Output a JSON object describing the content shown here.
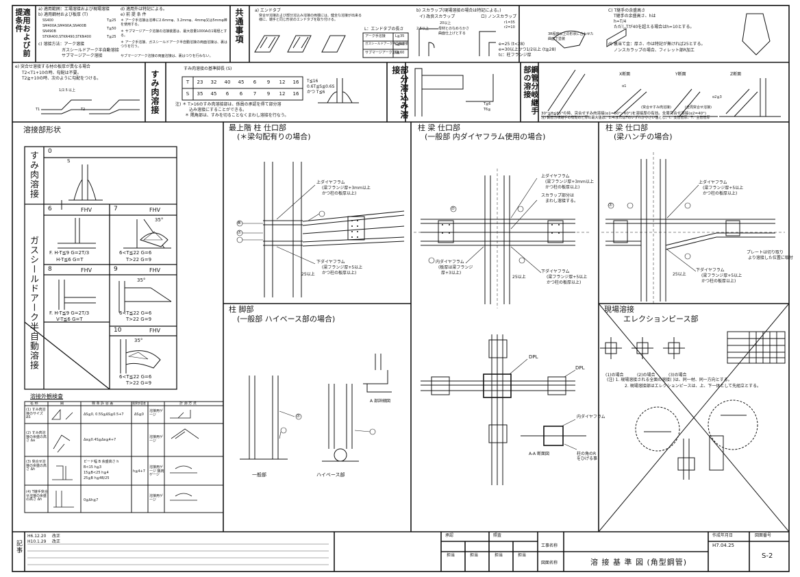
{
  "header": {
    "tekiyou": "適用および前提条件",
    "tekiyou_lines": [
      "a) 適用範囲：工場溶接および現場溶接",
      "b) 適用鋼材および板厚 (T)",
      "c) 溶接方法：アーク溶接",
      "ガスシールドアーク半自動溶接",
      "サブマージアーク溶接"
    ],
    "tekiyou_grades": [
      "SS400",
      "SM400A,SM490A,SN400B",
      "SN490B",
      "STKR400,STKR490,STKN400"
    ],
    "tekiyou_right": [
      "d) 適用外は特記による。",
      "e) 前 提 条 件",
      "＊ アーク手溶接は溶棒に2.6mmφ、3.2mmφ、4mmφ又は5mmφ棒を使用する。",
      "＊ サブマージアーク溶接の溶接装置は、最大容量1000Aの1電極とする。",
      "＊ アーク手溶接、ガスシールドアーク半自動溶接の両面溶接は、裏はつりを行う。",
      "サブマージアーク溶接の両面溶接は、裏はつりを行わない。"
    ],
    "tekiyou_t": [
      "T≦25",
      "T≦50",
      "T≦25"
    ],
    "kyotsu": "共通事項",
    "kyotsu_a": "a) エンドタブ",
    "kyotsu_a_text": "突合せ溶接および部分溶込み溶接の両端には、健全な溶接が出来る様に、端手と同じ形状のエンドタブを取り付ける。",
    "endtab_title": "L：エンドタブの長さ",
    "endtab_rows": [
      [
        "アーク手溶接",
        "L≧35"
      ],
      [
        "ガスシールドアーク半自動溶接",
        "L≧40"
      ],
      [
        "サブマージアーク溶接",
        "L≧60"
      ]
    ],
    "kyotsu_b": "b) スカラップ(現場溶接の場合は特記による。)",
    "kyotsu_b1": "イ) 改良スカラップ",
    "kyotsu_b2": "ロ) ノンスカラップ",
    "kyotsu_b_notes": [
      "e=25 (t<28)",
      "e=30以上かつ1/2以上 (t≧28)",
      "tc：柱フランジ厚"
    ],
    "kyotsu_b_small": [
      "r1=35",
      "r2=10",
      "20以上",
      "2.5以上",
      "母材とのなめらかさ",
      "曲面仕上げとする",
      "3R程度以上の形状に合わせた",
      "曲面で塗装"
    ],
    "kyotsu_c": "C) T継手の余盛高さ",
    "kyotsu_c_lines": [
      "T継手の余盛高さ、hは",
      "h=T/4",
      "ただしTが40を超える場合はh=10とする。"
    ],
    "kyotsu_d": "d) 裏当て金：厚さ、巾は特記が無ければ25とする。",
    "kyotsu_d2": "ノンスカラップの場合、フィレット部R加工",
    "row2_left": [
      "e) 突合せ溶接する材の板厚が異なる場合",
      "T2<T1+10の時、勾配は不要。",
      "T2≧+10の時、次のように勾配をつける。"
    ],
    "row2_left_small": [
      "1/2.5",
      "以上",
      "T1",
      "T2"
    ],
    "sumi": "すみ肉溶接",
    "sumi_table_title": "すみ肉溶接の基準脚長 (S)",
    "sumi_t": [
      "T",
      "23",
      "32",
      "40",
      "45",
      "6",
      "9",
      "12",
      "16"
    ],
    "sumi_s": [
      "S",
      "35",
      "45",
      "6",
      "6",
      "7",
      "9",
      "12",
      "16"
    ],
    "sumi_note1": "注) ＊ T>16のすみ肉溶接部は、係員の承認を得て部分溶",
    "sumi_note1b": "込み溶接にすることができる。",
    "sumi_note2": "＊ 隅角部は、すみを切ることなくまわし溶接を行なう。",
    "sumi_right": [
      "T≦16",
      "0.6T≦S≦0.6S",
      "かつ T≦6"
    ],
    "bubun": "部分溶込み溶接",
    "bubun_dims": [
      "T≦6",
      "T6≦"
    ],
    "keishu": "鋼管分岐継手部の溶接",
    "keishu_sections": [
      "X断面",
      "Y断面",
      "Z断面"
    ],
    "keishu_labels": [
      "α1",
      "α2≧3",
      "(突合せすみ肉溶接)",
      "(全周突合せ溶接)"
    ],
    "keishu_note1": "30°≦θ≦65°の時、突合せすみ肉溶接(α1=50°~60°)を溶接厚の有効。全周突合せ溶接(α2=40°)",
    "keishu_note2": "注) 鋼管分岐継手の有効のど厚の最大値は、1.4tまたはTのいずれか小さい値とし、t：支管管厚、T：主管管厚"
  },
  "left_panel": {
    "title": "溶接部形状",
    "row_labels": [
      "すみ肉溶接",
      "ガスシールドアーク半自動溶接"
    ],
    "cells": [
      {
        "num": "0",
        "sym": [
          "S"
        ]
      },
      {
        "num": "6",
        "sym": [
          "FHV"
        ],
        "spec1": "F. H-T≦9  G=2T/3",
        "spec2": "H-T≦6  G=T"
      },
      {
        "num": "7",
        "sym": [
          "FHV",
          "35°"
        ],
        "spec1": "6<T≦22  G=6",
        "spec2": "T>22  G=9"
      },
      {
        "num": "8",
        "sym": [
          "FHV"
        ],
        "spec1": "F. H-T≦9  G=2T/3",
        "spec2": "V-T≦6  G=T"
      },
      {
        "num": "9",
        "sym": [
          "FHV",
          "35°"
        ],
        "spec1": "6<T≦22  G=6",
        "spec2": "T>22  G=9"
      },
      {
        "num": "10",
        "sym": [
          "FHV",
          "35°"
        ],
        "spec1": "6<T≦22  G=6",
        "spec2": "T>22  G=9"
      }
    ],
    "gaikan_title": "溶接外観検査",
    "gaikan_headers": [
      "名 称",
      "図",
      "標 準 許 容 差",
      "限界許容差",
      "計 測 方 法"
    ],
    "gaikan_rows": [
      {
        "name": "(1) すみ肉溶接のサイズ ΔS",
        "std": "ΔS≧0, 0.5S≦ΔS≦0.5+7",
        "lim": "ΔS≧0",
        "meth": "溶接用ゲージ"
      },
      {
        "name": "(2) すみ肉溶接の余盛の高さ Δa",
        "std": "Δa≦0.4S≦Δa≦4+7",
        "lim": "",
        "meth": "溶接用ゲージ"
      },
      {
        "name": "(3) 突合せ溶接の余盛の高さ Δh",
        "std": "ビード幅 B  余盛高さ h",
        "std2": "B<15  h≦3",
        "std3": "15≦B<25 h≦4",
        "std4": "25≦B  h≦4B/25",
        "lim": "h≦4+7",
        "meth": "溶接用ゲージ 隅肉ゲージ"
      },
      {
        "name": "(4) T継手突合せ溶接の余盛の高さ Δh",
        "std": "0≦Δh≦7",
        "lim": "",
        "meth": "溶接用ゲージ"
      }
    ]
  },
  "panels": {
    "p1_title": "最上階 柱 仕口部",
    "p1_sub": "(＊梁勾配有りの場合)",
    "p1_labels": [
      "上ダイヤフラム",
      "(梁フランジ厚+3mm以上",
      "かつ柱の板厚以上)",
      "下ダイヤフラム",
      "(梁フランジ厚+5以上",
      "かつ柱の板厚以上)",
      "25以上"
    ],
    "p2_title": "柱 梁 仕口部",
    "p2_sub": "(一般部 内ダイヤフラム使用の場合)",
    "p2_labels": [
      "上ダイヤフラム",
      "(梁フランジ厚+3mm以上",
      "かつ柱の板厚以上)",
      "スカラップ部分は",
      "まわし溶接する。",
      "内ダイヤフラム",
      "(板厚は梁フランジ",
      "厚+3以上)",
      "下ダイヤフラム",
      "(梁フランジ厚+5以上",
      "かつ柱の板厚以上)",
      "25以上"
    ],
    "p3_title": "柱 梁 仕口部",
    "p3_sub": "(梁ハンチの場合)",
    "p3_labels": [
      "上ダイヤフラム",
      "(梁フランジ厚+5以上",
      "かつ柱の板厚以上)",
      "プレートは切り取り",
      "より溶接した位置に取付",
      "下ダイヤフラム",
      "(梁フランジ厚+5以上",
      "かつ柱の板厚以上)",
      "25以上"
    ],
    "p4_title": "柱 脚部",
    "p4_sub": "(一般部  ハイベース部の場合)",
    "p4_labels": [
      "一般部",
      "ハイベース部",
      "A 部詳細図"
    ],
    "p5_labels": [
      "DPL",
      "DPL",
      "内ダイヤフラム",
      "A-A 断面図",
      "柱の角のRをひげる事"
    ],
    "p6_title": "現場溶接",
    "p6_sub": "エレクションピース部",
    "p6_note1": "(注) 1. 現場溶接される全面の溶接(  )は、同一材、同一方向とする。",
    "p6_note2": "2. 現場溶接部はエレクションピースは、上、下一体として先組立とする。",
    "p6_legend": [
      "(1)の場合",
      "(2)の場合",
      "(3)の場合"
    ],
    "circles": [
      "①",
      "②",
      "③",
      "④",
      "⑤",
      "⑥",
      "⑦",
      "⑧"
    ]
  },
  "title_block": {
    "kiroku": "記事",
    "rev": [
      {
        "date": "H6.12.20",
        "text": "改正"
      },
      {
        "date": "H10.1.29",
        "text": "改正"
      }
    ],
    "cols": [
      "承認",
      "照査",
      "担当",
      "担当",
      "担当",
      "担当"
    ],
    "kouji": "工事名称",
    "zumen": "図面名称",
    "title": "溶 接 基 準 図  (角型鋼管)",
    "date_label": "作成年月日",
    "date": "H7.04.25",
    "no_label": "図面番号",
    "no": "S-2"
  }
}
